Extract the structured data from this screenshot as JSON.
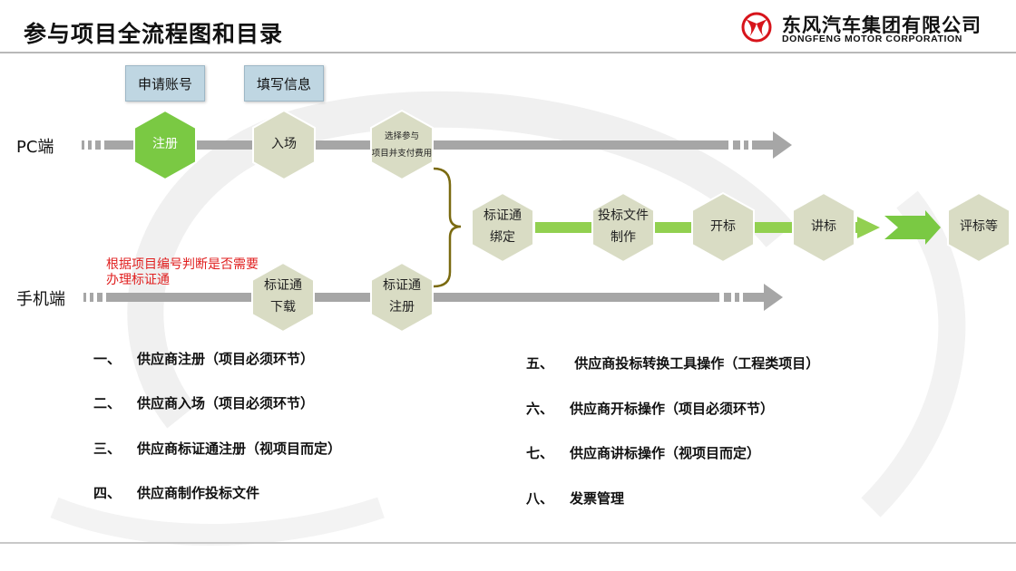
{
  "header": {
    "title": "参与项目全流程图和目录",
    "logo_cn": "东风汽车集团有限公司",
    "logo_en": "DONGFENG MOTOR CORPORATION"
  },
  "flow": {
    "pc_label": "PC端",
    "mobile_label": "手机端",
    "tags": {
      "apply_account": "申请账号",
      "fill_info": "填写信息"
    },
    "pc_steps": {
      "register": "注册",
      "enter": "入场",
      "select_pay": "选择参与\n项目并支付费用"
    },
    "mobile_steps": {
      "download": "标证通\n下载",
      "register": "标证通\n注册"
    },
    "main_steps": {
      "bind": "标证通\n绑定",
      "make_bid": "投标文件\n制作",
      "open_bid": "开标",
      "present_bid": "讲标",
      "evaluate": "评标等"
    },
    "note": "根据项目编号判断是否需要办理标证通",
    "colors": {
      "highlight_green": "#7ac943",
      "hex_fill": "#d9dcc4",
      "arrow_gray": "#a6a6a6"
    }
  },
  "toc": {
    "left": [
      {
        "num": "一、",
        "text": "供应商注册（项目必须环节）"
      },
      {
        "num": "二、",
        "text": "供应商入场（项目必须环节）"
      },
      {
        "num": "三、",
        "text": "供应商标证通注册（视项目而定）"
      },
      {
        "num": "四、",
        "text": "供应商制作投标文件"
      }
    ],
    "right": [
      {
        "num": "五、",
        "text": " 供应商投标转换工具操作（工程类项目）"
      },
      {
        "num": "六、",
        "text": "供应商开标操作（项目必须环节）"
      },
      {
        "num": "七、",
        "text": "供应商讲标操作（视项目而定）"
      },
      {
        "num": "八、",
        "text": "发票管理"
      }
    ]
  }
}
